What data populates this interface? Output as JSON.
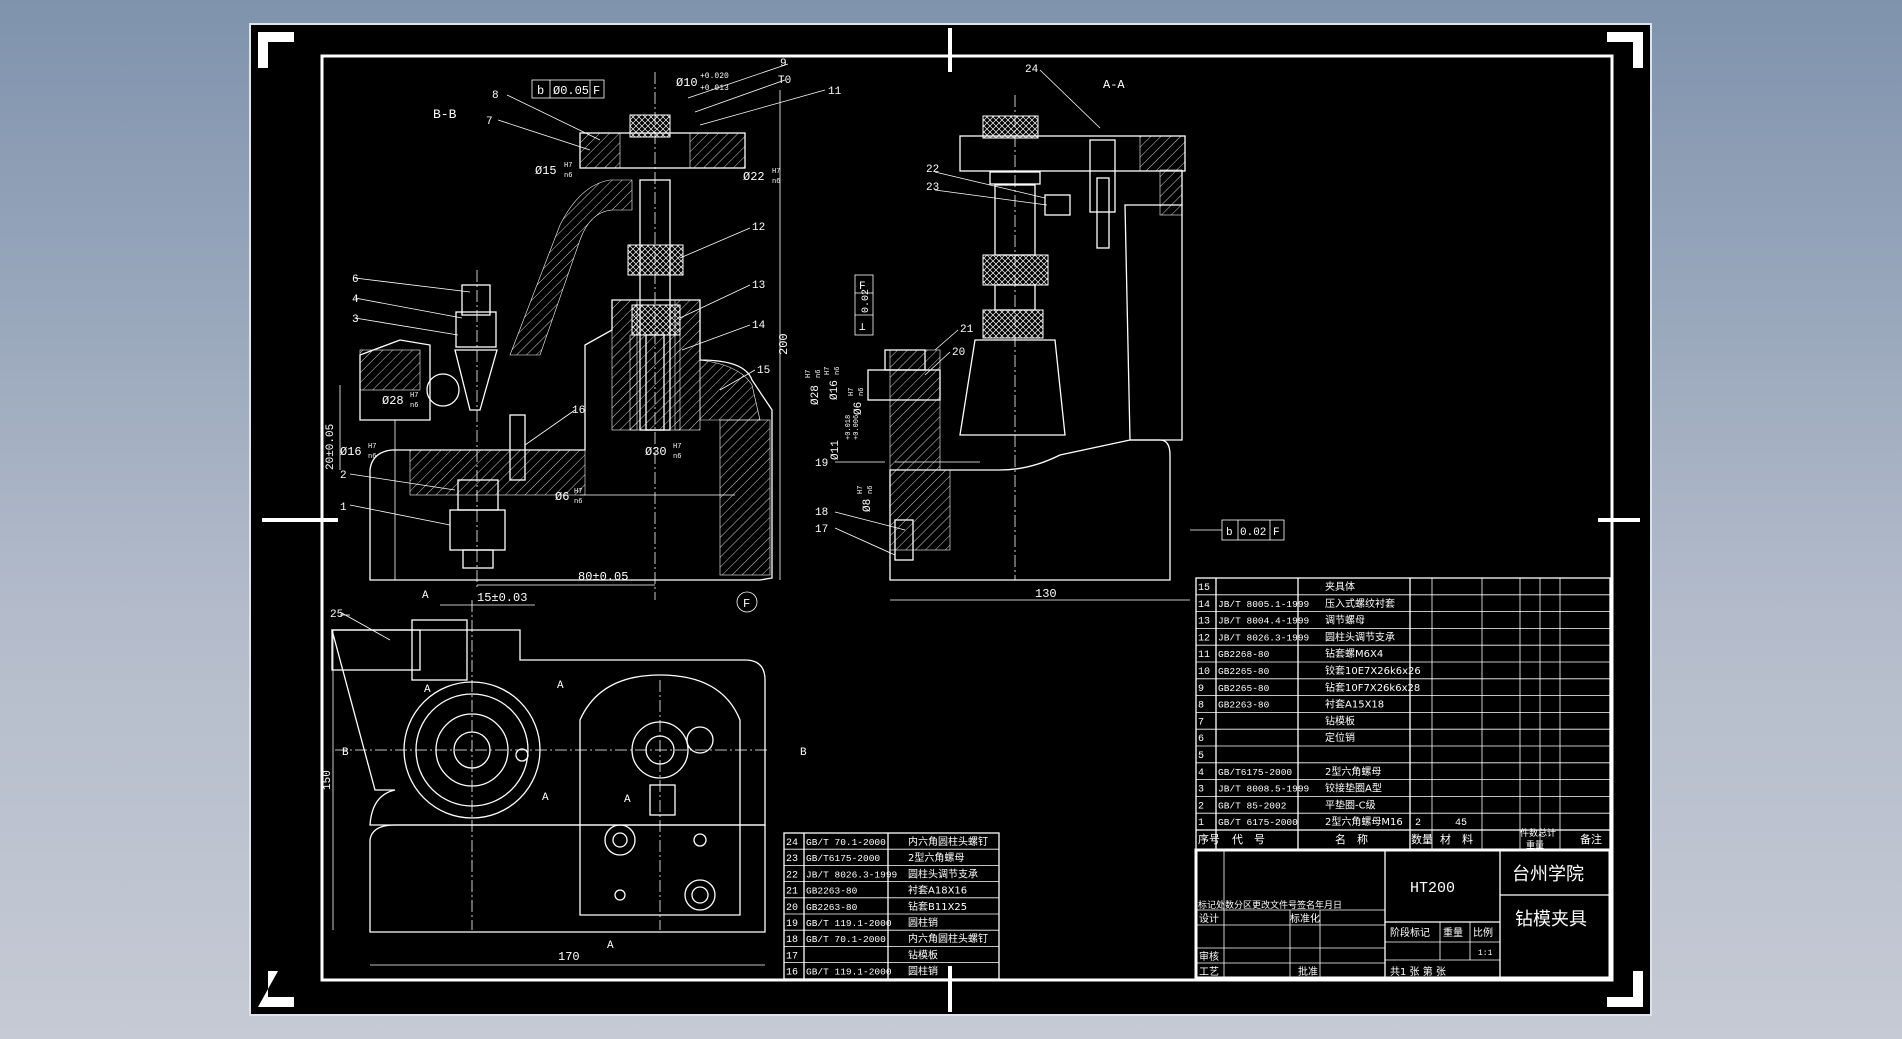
{
  "drawing": {
    "views": {
      "section_bb": "B-B",
      "section_aa": "A-A"
    },
    "dims_front": {
      "tol_b": "b",
      "tol_val": "Ø0.05",
      "tol_ref": "F",
      "d10": "Ø10",
      "d10_tol_up": "+0.020",
      "d10_tol_lo": "+0.013",
      "d15": "Ø15",
      "d15_fit_h": "H7",
      "d15_fit_n": "n6",
      "d22": "Ø22",
      "d22_fit_h": "H7",
      "d22_fit_n": "n6",
      "d28": "Ø28",
      "d28_fit_h": "H7",
      "d28_fit_n": "n6",
      "d16": "Ø16",
      "d16_fit_h": "H7",
      "d16_fit_n": "n6",
      "d30": "Ø30",
      "d30_fit_h": "H7",
      "d30_fit_n": "n6",
      "d6": "Ø6",
      "d6_fit_h": "H7",
      "d6_fit_n": "n6",
      "vert": "20±0.05",
      "horiz": "80±0.05",
      "height": "200",
      "ref_f": "F"
    },
    "dims_side": {
      "tol_ref": "F",
      "tol_val": "0.02",
      "tol_sym": "⊥",
      "d28": "Ø28",
      "d28_fit_h": "H7",
      "d28_fit_n": "n6",
      "d16": "Ø16",
      "d16_fit_h": "H7",
      "d16_fit_n": "n6",
      "d11": "Ø11",
      "d11_tol": "+0.018",
      "d11_tol2": "+0.006",
      "d6": "Ø6",
      "d6_fit_h": "H7",
      "d6_fit_n": "n6",
      "d8": "Ø8",
      "d8_fit_h": "H7",
      "d8_fit_n": "n6",
      "bottom_tol_b": "b",
      "bottom_tol_val": "0.02",
      "bottom_tol_ref": "F",
      "width": "130"
    },
    "dims_plan": {
      "off": "15±0.03",
      "width": "170",
      "height": "150",
      "a1": "A",
      "a2": "A",
      "a3": "A",
      "a4": "A",
      "a5": "A",
      "a6": "A",
      "b1": "B",
      "b2": "B"
    },
    "leaders_front": [
      "9",
      "T0",
      "11",
      "8",
      "7",
      "6",
      "4",
      "3",
      "12",
      "13",
      "14",
      "15",
      "16",
      "2",
      "1"
    ],
    "leaders_side": [
      "24",
      "22",
      "23",
      "21",
      "20",
      "19",
      "18",
      "17"
    ],
    "leader_plan": "25"
  },
  "bom_upper": [
    {
      "no": "24",
      "code": "GB/T 70.1-2000",
      "name": "内六角圆柱头螺钉"
    },
    {
      "no": "23",
      "code": "GB/T6175-2000",
      "name": "2型六角螺母"
    },
    {
      "no": "22",
      "code": "JB/T 8026.3-1999",
      "name": "圆柱头调节支承"
    },
    {
      "no": "21",
      "code": "GB2263-80",
      "name": "衬套A18X16"
    },
    {
      "no": "20",
      "code": "GB2263-80",
      "name": "钻套B11X25"
    },
    {
      "no": "19",
      "code": "GB/T 119.1-2000",
      "name": "圆柱销"
    },
    {
      "no": "18",
      "code": "GB/T 70.1-2000",
      "name": "内六角圆柱头螺钉"
    },
    {
      "no": "17",
      "code": "",
      "name": "钻模板"
    },
    {
      "no": "16",
      "code": "GB/T 119.1-2000",
      "name": "圆柱销"
    }
  ],
  "bom_lower": [
    {
      "no": "15",
      "code": "",
      "name": "夹具体",
      "qty": "",
      "mat": ""
    },
    {
      "no": "14",
      "code": "JB/T 8005.1-1999",
      "name": "压入式螺纹衬套",
      "qty": "",
      "mat": ""
    },
    {
      "no": "13",
      "code": "JB/T 8004.4-1999",
      "name": "调节螺母",
      "qty": "",
      "mat": ""
    },
    {
      "no": "12",
      "code": "JB/T 8026.3-1999",
      "name": "圆柱头调节支承",
      "qty": "",
      "mat": ""
    },
    {
      "no": "11",
      "code": "GB2268-80",
      "name": "钻套螺M6X4",
      "qty": "",
      "mat": ""
    },
    {
      "no": "10",
      "code": "GB2265-80",
      "name": "铰套10E7X26k6x26",
      "qty": "",
      "mat": ""
    },
    {
      "no": "9",
      "code": "GB2265-80",
      "name": "钻套10F7X26k6x28",
      "qty": "",
      "mat": ""
    },
    {
      "no": "8",
      "code": "GB2263-80",
      "name": "衬套A15X18",
      "qty": "",
      "mat": ""
    },
    {
      "no": "7",
      "code": "",
      "name": "钻模板",
      "qty": "",
      "mat": ""
    },
    {
      "no": "6",
      "code": "",
      "name": "定位销",
      "qty": "",
      "mat": ""
    },
    {
      "no": "5",
      "code": "",
      "name": "",
      "qty": "",
      "mat": ""
    },
    {
      "no": "4",
      "code": "GB/T6175-2000",
      "name": "2型六角螺母",
      "qty": "",
      "mat": ""
    },
    {
      "no": "3",
      "code": "JB/T 8008.5-1999",
      "name": "铰接垫圈A型",
      "qty": "",
      "mat": ""
    },
    {
      "no": "2",
      "code": "GB/T 85-2002",
      "name": "平垫圈-C级",
      "qty": "",
      "mat": ""
    },
    {
      "no": "1",
      "code": "GB/T 6175-2000",
      "name": "2型六角螺母M16",
      "qty": "2",
      "mat": "45"
    }
  ],
  "bom_header": {
    "seq": "序号",
    "code": "代　号",
    "name": "名　称",
    "qty": "数量",
    "mat": "材　料",
    "weight": "件数总计",
    "weight2": "重量",
    "note": "备注"
  },
  "title_block": {
    "material": "HT200",
    "school": "台州学院",
    "drawing_name": "钻模夹具",
    "change_row": "标记处数分区更改文件号签名年月日",
    "design": "设计",
    "standardize": "标准化",
    "stage": "阶段标记",
    "weight": "重量",
    "scale": "比例",
    "scale_val": "1:1",
    "review": "审核",
    "process": "工艺",
    "approve": "批准",
    "sheets": "共1 张 第 张"
  }
}
